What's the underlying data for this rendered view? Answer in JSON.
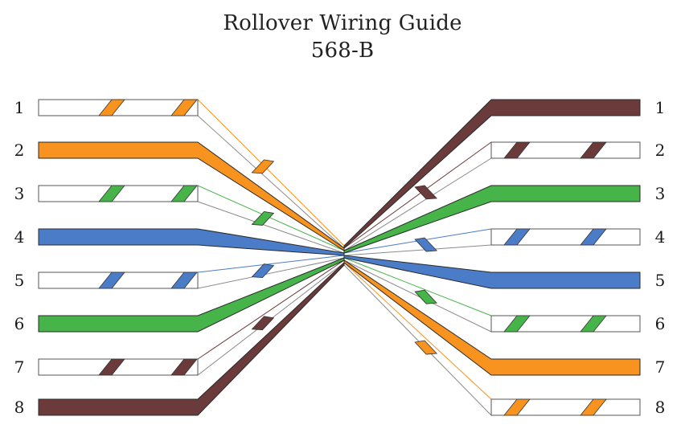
{
  "title": "Rollover Wiring Guide",
  "subtitle": "568-B",
  "colors": {
    "orange": "#f7931e",
    "green": "#46b448",
    "blue": "#4a7cc8",
    "brown": "#6b3a3a",
    "white": "#ffffff",
    "outline": "#333333"
  },
  "left_pins": [
    {
      "pin": "1",
      "wire": "white-orange",
      "color": "orange",
      "striped": true
    },
    {
      "pin": "2",
      "wire": "orange",
      "color": "orange",
      "striped": false
    },
    {
      "pin": "3",
      "wire": "white-green",
      "color": "green",
      "striped": true
    },
    {
      "pin": "4",
      "wire": "blue",
      "color": "blue",
      "striped": false
    },
    {
      "pin": "5",
      "wire": "white-blue",
      "color": "blue",
      "striped": true
    },
    {
      "pin": "6",
      "wire": "green",
      "color": "green",
      "striped": false
    },
    {
      "pin": "7",
      "wire": "white-brown",
      "color": "brown",
      "striped": true
    },
    {
      "pin": "8",
      "wire": "brown",
      "color": "brown",
      "striped": false
    }
  ],
  "right_pins": [
    {
      "pin": "1",
      "wire": "brown",
      "color": "brown",
      "striped": false
    },
    {
      "pin": "2",
      "wire": "white-brown",
      "color": "brown",
      "striped": true
    },
    {
      "pin": "3",
      "wire": "green",
      "color": "green",
      "striped": false
    },
    {
      "pin": "4",
      "wire": "white-blue",
      "color": "blue",
      "striped": true
    },
    {
      "pin": "5",
      "wire": "blue",
      "color": "blue",
      "striped": false
    },
    {
      "pin": "6",
      "wire": "white-green",
      "color": "green",
      "striped": true
    },
    {
      "pin": "7",
      "wire": "orange",
      "color": "orange",
      "striped": false
    },
    {
      "pin": "8",
      "wire": "white-orange",
      "color": "orange",
      "striped": true
    }
  ]
}
